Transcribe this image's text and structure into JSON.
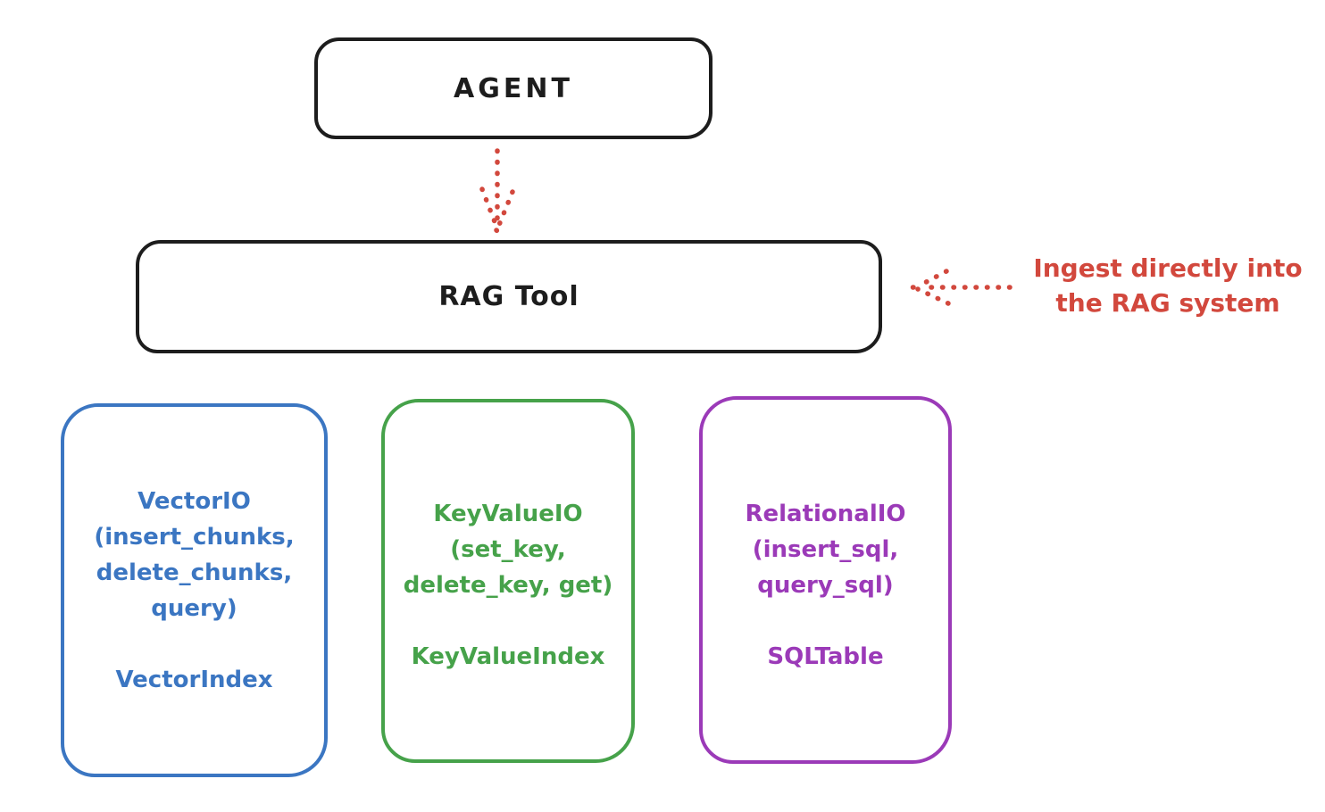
{
  "diagram": {
    "title_hint": "RAG Tool architecture diagram",
    "colors": {
      "node_stroke": "#1d1d1d",
      "annotation_red": "#d2483d",
      "vector_blue": "#3b76c2",
      "keyvalue_green": "#46a24a",
      "relational_purple": "#9b3ab8",
      "background": "#ffffff"
    },
    "agent": {
      "label": "AGENT"
    },
    "rag_tool": {
      "label": "RAG Tool"
    },
    "annotation": {
      "line1": "Ingest directly into",
      "line2": "the RAG system"
    },
    "stores": [
      {
        "name": "vector-io",
        "color": "#3b76c2",
        "lines": [
          "VectorIO",
          "(insert_chunks,",
          "delete_chunks,",
          "query)"
        ],
        "index_label": "VectorIndex"
      },
      {
        "name": "keyvalue-io",
        "color": "#46a24a",
        "lines": [
          "KeyValueIO",
          "(set_key,",
          "delete_key, get)"
        ],
        "index_label": "KeyValueIndex"
      },
      {
        "name": "relational-io",
        "color": "#9b3ab8",
        "lines": [
          "RelationalIO",
          "(insert_sql,",
          "query_sql)"
        ],
        "index_label": "SQLTable"
      }
    ],
    "arrows": [
      {
        "name": "agent-to-ragtool",
        "style": "dotted",
        "color": "#d2483d",
        "direction": "down"
      },
      {
        "name": "annotation-to-ragtool",
        "style": "dotted",
        "color": "#d2483d",
        "direction": "left"
      }
    ]
  }
}
